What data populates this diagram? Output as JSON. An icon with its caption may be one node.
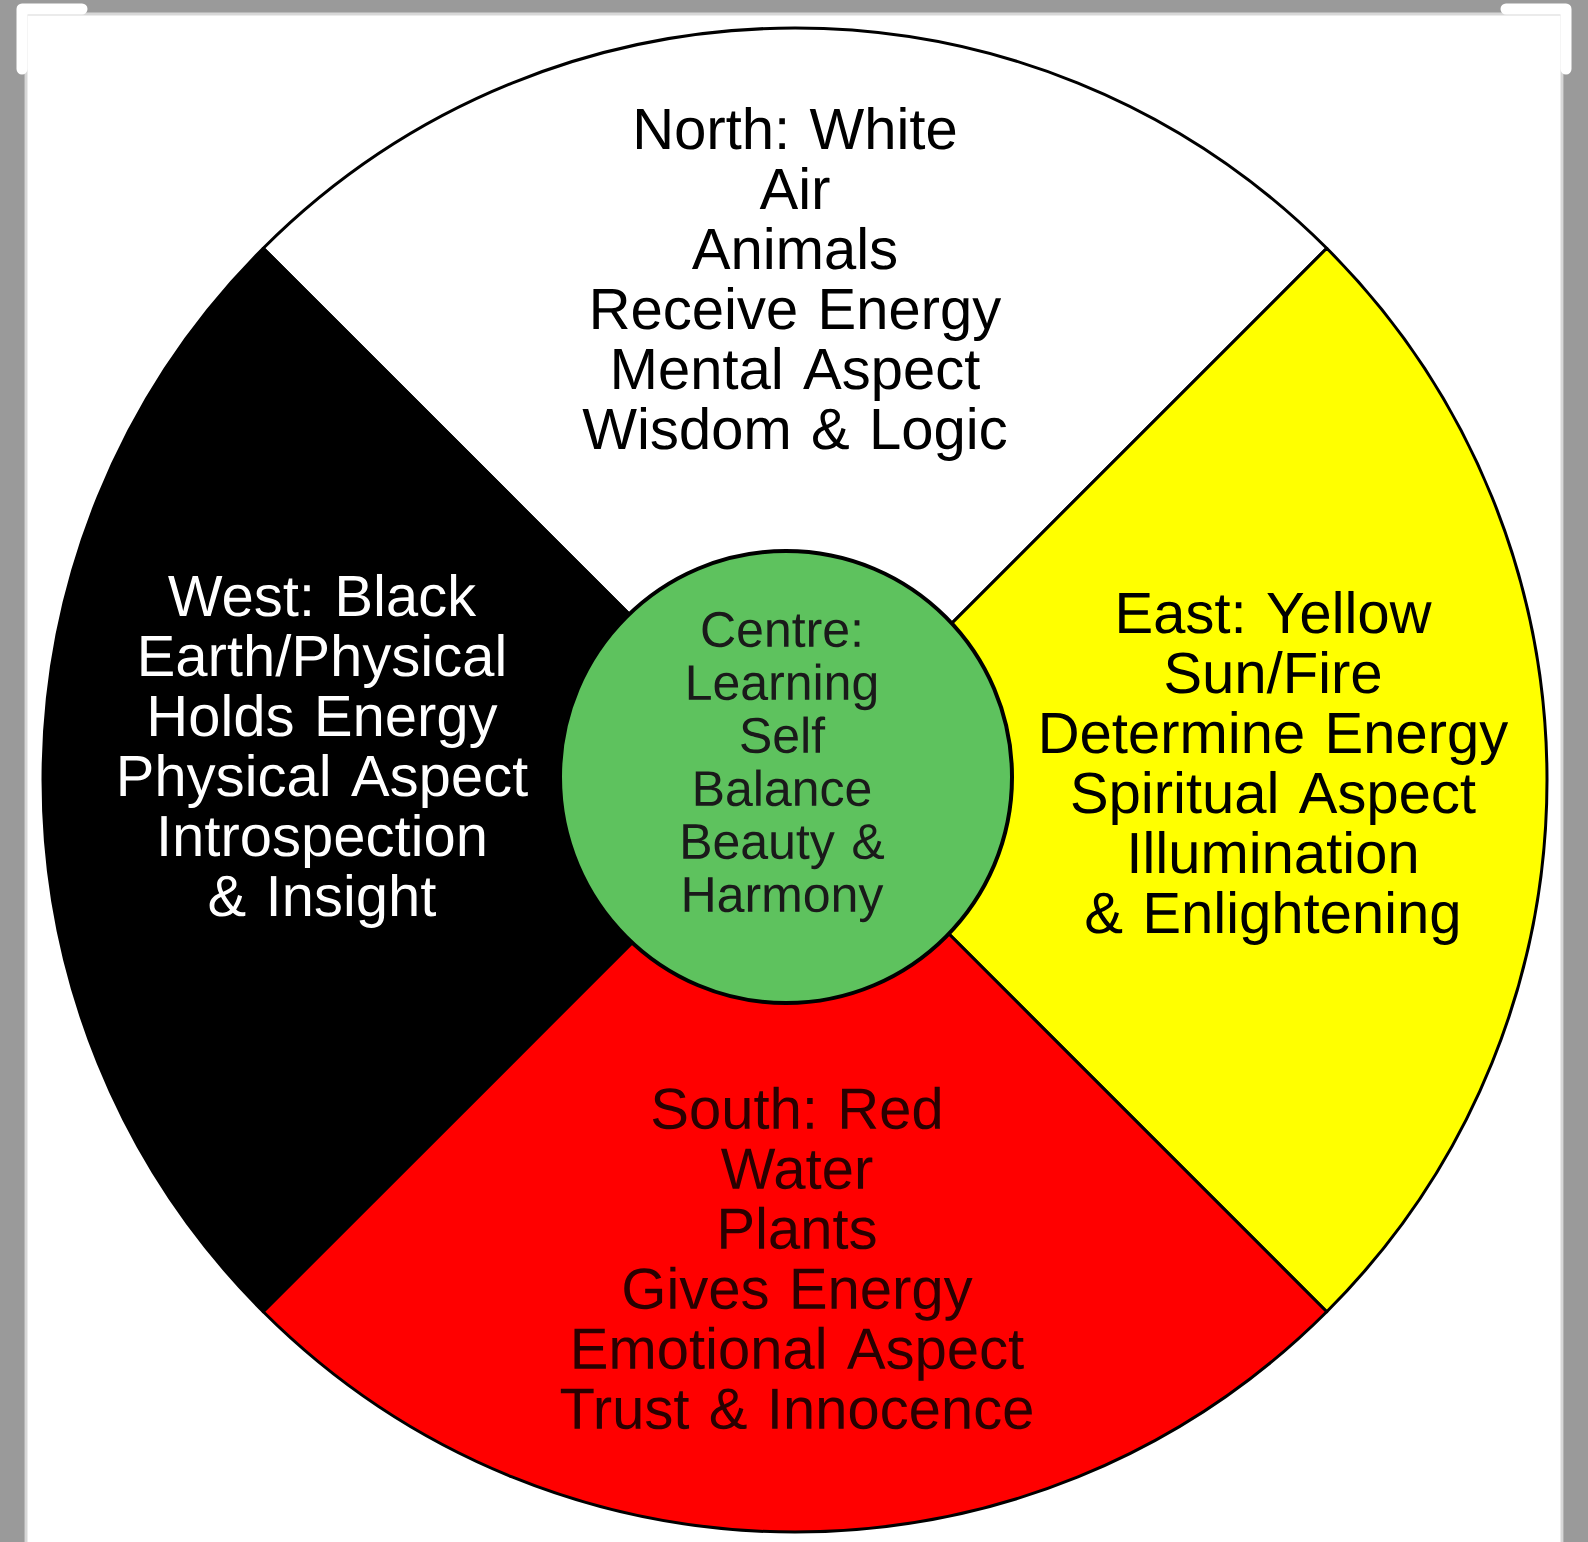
{
  "diagram": {
    "nodes": [
      {
        "text": [
          "North: White",
          "Air",
          "Animals",
          "Receive Energy",
          "Mental Aspect",
          "Wisdom & Logic"
        ]
      },
      {
        "text": [
          "West: Black",
          "Earth/Physical",
          "Holds Energy",
          "Physical Aspect",
          "Introspection & Insight"
        ]
      },
      {
        "text": [
          "Centre:",
          "Learning",
          "Self",
          "Balance",
          "Beauty & Harmony"
        ]
      },
      {
        "text": [
          "East: Yellow",
          "Sun/Fire",
          "Determine Energy",
          "Spiritual Aspect",
          "Illumination & Enlightening"
        ]
      },
      {
        "text": [
          "South: Red",
          "Water",
          "Plants",
          "Gives Energy",
          "Emotional Aspect",
          "Trust & Innocence"
        ]
      }
    ]
  }
}
